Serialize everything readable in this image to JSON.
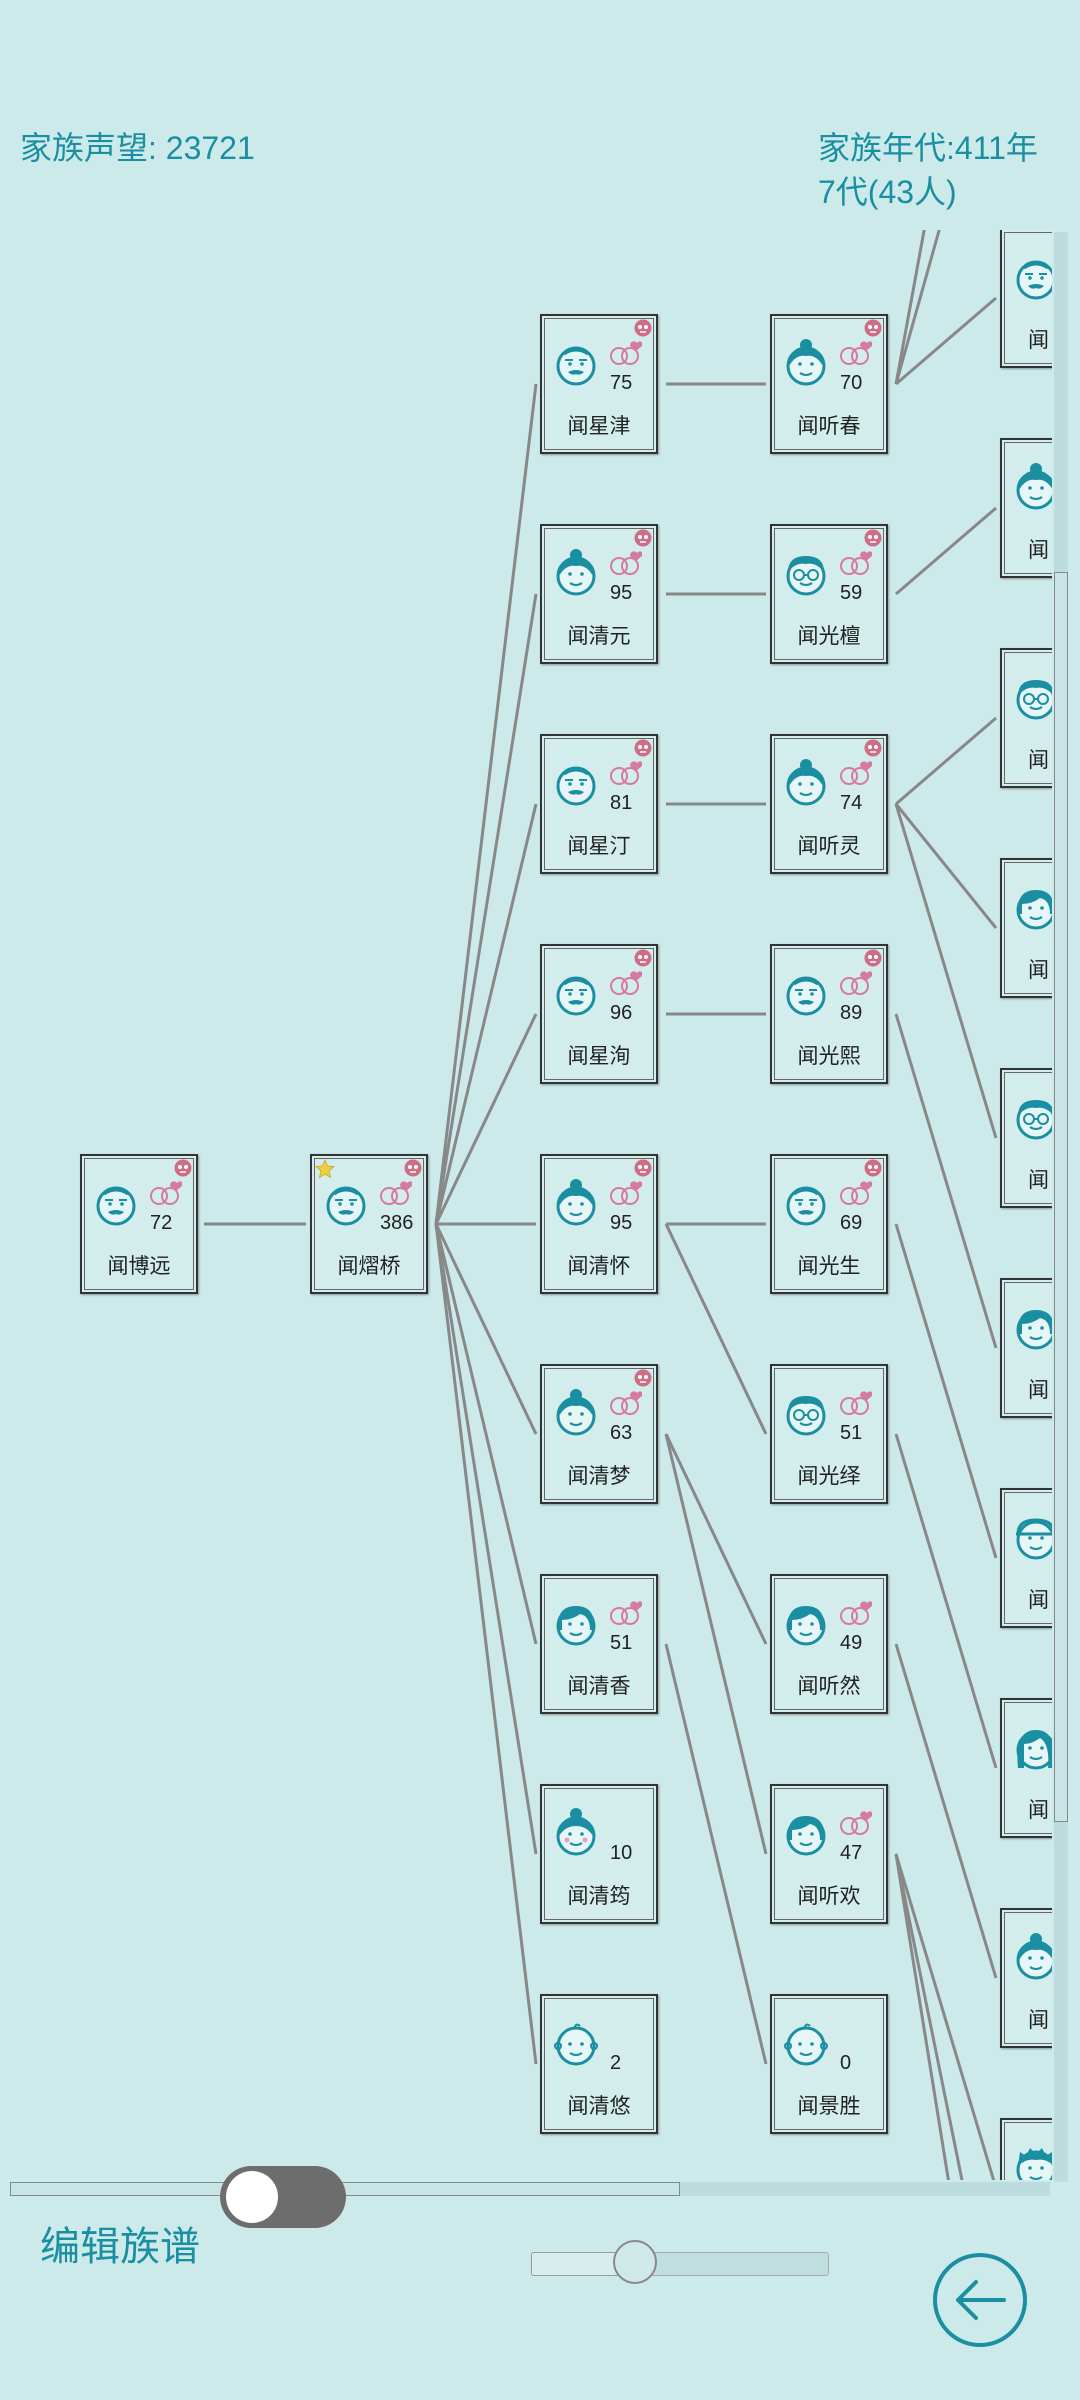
{
  "header": {
    "reputation": "家族声望: 23721",
    "era": "家族年代:411年",
    "generations": "7代(43人)"
  },
  "colors": {
    "accent": "#1b8fa2",
    "background": "#cdeaeb",
    "heart": "#d77aa0",
    "skull": "#d06d86",
    "star": "#f2cf3c"
  },
  "generation1": [
    {
      "name": "闻博远",
      "age": "72",
      "avatar": "old-man-icon",
      "married": true,
      "deceased": true
    }
  ],
  "generation2": [
    {
      "name": "闻熠桥",
      "age": "386",
      "avatar": "old-man-icon",
      "married": true,
      "deceased": true,
      "patriarch": true
    }
  ],
  "generation3": [
    {
      "name": "闻星津",
      "age": "75",
      "avatar": "old-man-icon",
      "married": true,
      "deceased": true
    },
    {
      "name": "闻清元",
      "age": "95",
      "avatar": "old-woman-icon",
      "married": true,
      "deceased": true
    },
    {
      "name": "闻星汀",
      "age": "81",
      "avatar": "old-man-icon",
      "married": true,
      "deceased": true
    },
    {
      "name": "闻星洵",
      "age": "96",
      "avatar": "old-man-icon",
      "married": true,
      "deceased": true
    },
    {
      "name": "闻清怀",
      "age": "95",
      "avatar": "old-woman-icon",
      "married": true,
      "deceased": true
    },
    {
      "name": "闻清梦",
      "age": "63",
      "avatar": "old-woman-icon",
      "married": true,
      "deceased": true
    },
    {
      "name": "闻清香",
      "age": "51",
      "avatar": "woman-icon",
      "married": true,
      "deceased": false
    },
    {
      "name": "闻清筠",
      "age": "10",
      "avatar": "girl-icon",
      "married": false,
      "deceased": false
    },
    {
      "name": "闻清悠",
      "age": "2",
      "avatar": "baby-icon",
      "married": false,
      "deceased": false
    }
  ],
  "generation4": [
    {
      "name": "闻听春",
      "age": "70",
      "avatar": "old-woman-icon",
      "married": true,
      "deceased": true
    },
    {
      "name": "闻光檀",
      "age": "59",
      "avatar": "man-glasses-icon",
      "married": true,
      "deceased": true
    },
    {
      "name": "闻听灵",
      "age": "74",
      "avatar": "old-woman-icon",
      "married": true,
      "deceased": true
    },
    {
      "name": "闻光熙",
      "age": "89",
      "avatar": "old-man-icon",
      "married": true,
      "deceased": true
    },
    {
      "name": "闻光生",
      "age": "69",
      "avatar": "old-man-icon",
      "married": true,
      "deceased": true
    },
    {
      "name": "闻光绎",
      "age": "51",
      "avatar": "man-glasses-icon",
      "married": true,
      "deceased": false
    },
    {
      "name": "闻听然",
      "age": "49",
      "avatar": "woman-icon",
      "married": true,
      "deceased": false
    },
    {
      "name": "闻听欢",
      "age": "47",
      "avatar": "woman-icon",
      "married": true,
      "deceased": false
    },
    {
      "name": "闻景胜",
      "age": "0",
      "avatar": "baby-icon",
      "married": false,
      "deceased": false
    }
  ],
  "generation5": [
    {
      "name": "闻",
      "avatar": "old-man-icon"
    },
    {
      "name": "闻",
      "avatar": "old-woman-icon"
    },
    {
      "name": "闻",
      "avatar": "man-glasses-icon"
    },
    {
      "name": "闻",
      "avatar": "woman-icon"
    },
    {
      "name": "闻",
      "avatar": "man-glasses-icon"
    },
    {
      "name": "闻",
      "avatar": "woman-icon"
    },
    {
      "name": "闻",
      "avatar": "boy-cap-icon"
    },
    {
      "name": "闻",
      "avatar": "woman-long-hair-icon"
    },
    {
      "name": "闻",
      "avatar": "old-woman-icon"
    },
    {
      "name": "闻",
      "avatar": "boy-icon"
    }
  ],
  "controls": {
    "edit_label": "编辑族谱",
    "edit_toggle_on": false,
    "zoom_level": 0.35,
    "back_icon": "back-arrow-icon"
  }
}
